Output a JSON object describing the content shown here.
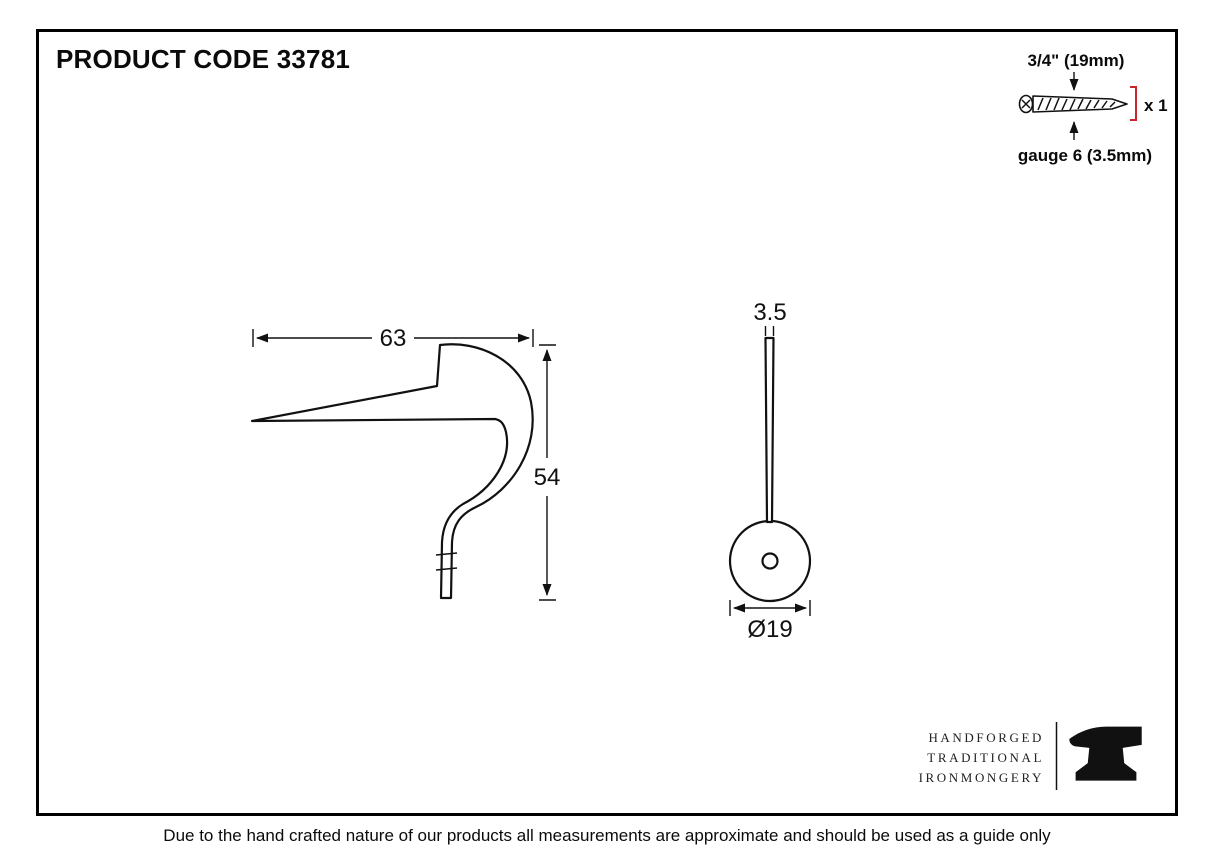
{
  "colors": {
    "ink": "#111111",
    "accent_red": "#c9252c"
  },
  "header": {
    "product_code": "PRODUCT CODE 33781"
  },
  "fixings": {
    "length_label": "3/4\" (19mm)",
    "quantity_label": "x 1",
    "gauge_label": "gauge 6 (3.5mm)"
  },
  "side_view": {
    "width_mm": "63",
    "height_mm": "54"
  },
  "front_view": {
    "pin_width_mm": "3.5",
    "diameter_mm": "Ø19"
  },
  "brand": {
    "line1": "HANDFORGED",
    "line2": "TRADITIONAL",
    "line3": "IRONMONGERY"
  },
  "footer": {
    "disclaimer": "Due to the hand crafted nature of our products all measurements are approximate and should be used as a guide only"
  }
}
